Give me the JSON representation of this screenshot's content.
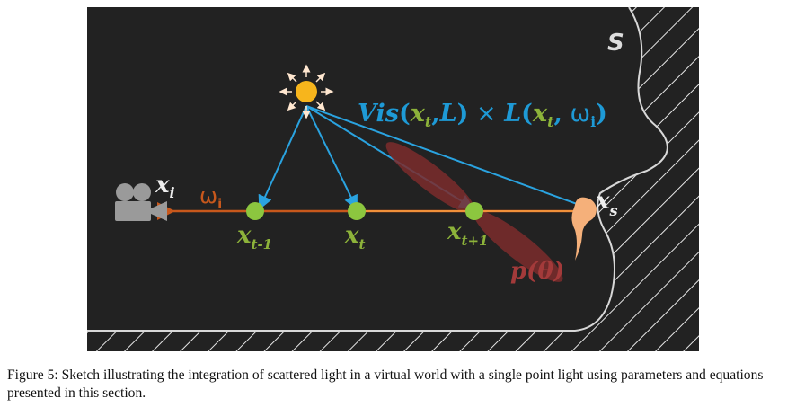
{
  "diagram": {
    "surface_label": "S",
    "equation": {
      "vis": "Vis",
      "open1": "(",
      "xt": "x",
      "t1": "t",
      "comma1": ",",
      "L1": "L",
      "close1": ")",
      "times": " × ",
      "L2": "L",
      "open2": "(",
      "xt2": "x",
      "t2": "t",
      "comma2": ",",
      "omega": " ω",
      "i": "i",
      "close2": ")"
    },
    "camera_label": {
      "x": "x",
      "sub": "i"
    },
    "omega_label": {
      "omega": "ω",
      "sub": "i"
    },
    "samples": [
      {
        "x": "x",
        "sub": "t-1"
      },
      {
        "x": "x",
        "sub": "t"
      },
      {
        "x": "x",
        "sub": "t+1"
      }
    ],
    "surface_point_label": {
      "x": "x",
      "sub": "s"
    },
    "phase_label": "p(θ)",
    "colors": {
      "background": "#222222",
      "ray": "#c8581c",
      "light_rays": "#2aa3e0",
      "sample": "#8cc63f",
      "sample_label": "#8db33a",
      "phase_lobe": "#7b2b2b",
      "phase_label": "#a33a3a",
      "sun": "#f7b51c",
      "surface_point": "#f5b07a",
      "equation": "#1e9ad6"
    }
  },
  "caption": "Figure 5: Sketch illustrating the integration of scattered light in a virtual world with a single point light using parameters and equations presented in this section."
}
